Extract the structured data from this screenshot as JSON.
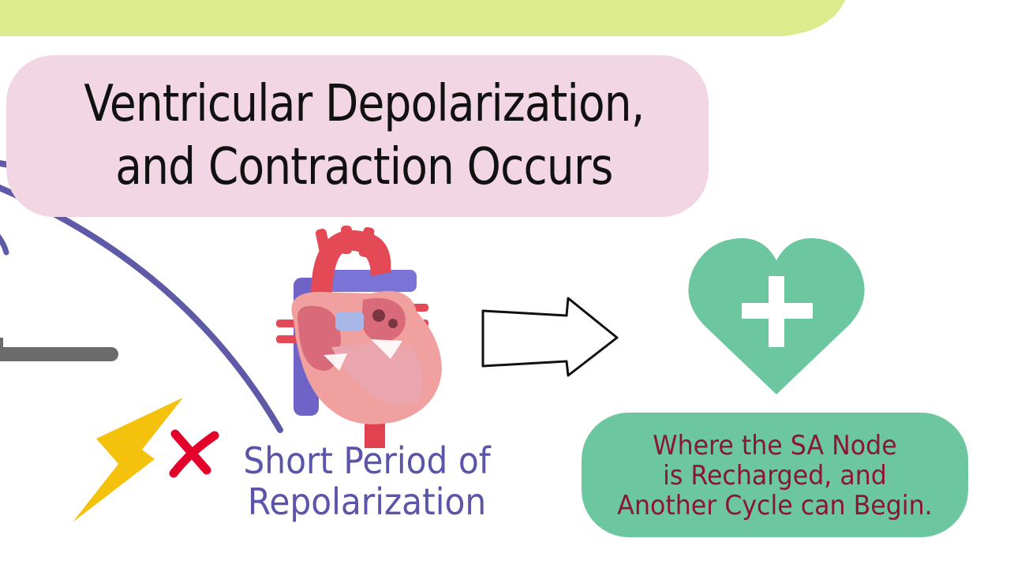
{
  "title": {
    "line1": "Ventricular Depolarization,",
    "line2": "and Contraction Occurs"
  },
  "repolarization": {
    "line1": "Short Period of",
    "line2": "Repolarization"
  },
  "sa_node_box": {
    "line1": "Where the SA Node",
    "line2": "is Recharged, and",
    "line3": "Another Cycle can Begin."
  },
  "icons": [
    "heart-anatomy-icon",
    "arrow-right-icon",
    "heart-plus-icon",
    "lightning-bolt-icon",
    "x-mark-icon"
  ],
  "colors": {
    "green_banner": "#dcec8c",
    "pink_banner": "#f3d6e3",
    "teal": "#6cc7a1",
    "purple_curve": "#5e5aa8",
    "bolt": "#f4c20d",
    "red_x": "#e3002b",
    "sa_text": "#8b1538",
    "repol_text": "#5a55a8"
  }
}
